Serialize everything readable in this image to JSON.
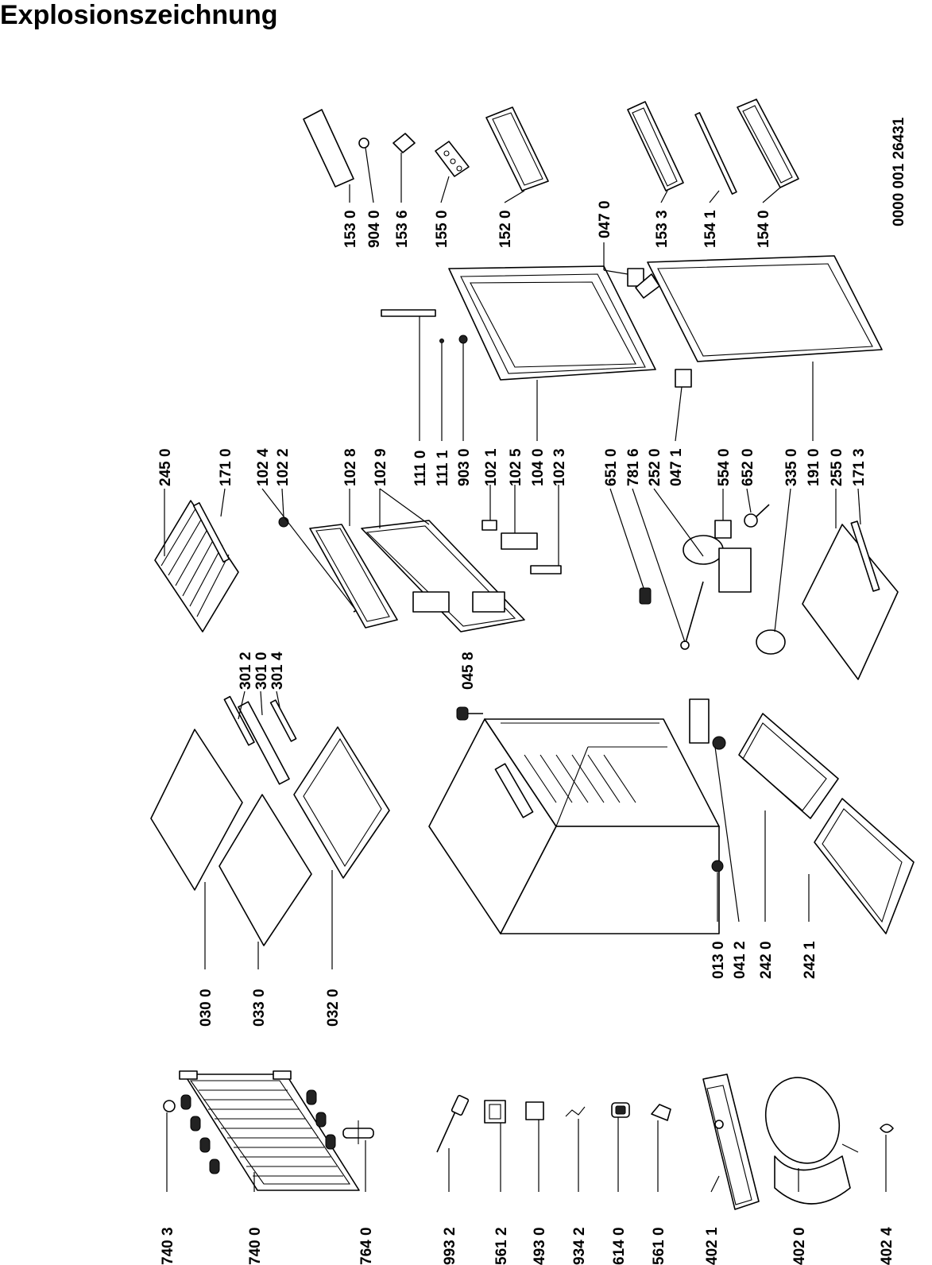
{
  "title": "Explosionszeichnung",
  "document_number": "0000 001 26431",
  "labels": [
    {
      "id": "7403",
      "text": "740 3"
    },
    {
      "id": "7400",
      "text": "740 0"
    },
    {
      "id": "7640",
      "text": "764 0"
    },
    {
      "id": "9932",
      "text": "993 2"
    },
    {
      "id": "5612",
      "text": "561 2"
    },
    {
      "id": "4930",
      "text": "493 0"
    },
    {
      "id": "9342",
      "text": "934 2"
    },
    {
      "id": "6140",
      "text": "614 0"
    },
    {
      "id": "5610",
      "text": "561 0"
    },
    {
      "id": "4021",
      "text": "402 1"
    },
    {
      "id": "4020",
      "text": "402 0"
    },
    {
      "id": "4024",
      "text": "402 4"
    },
    {
      "id": "0300",
      "text": "030 0"
    },
    {
      "id": "0330",
      "text": "033 0"
    },
    {
      "id": "0320",
      "text": "032 0"
    },
    {
      "id": "3012",
      "text": "301 2"
    },
    {
      "id": "3010",
      "text": "301 0"
    },
    {
      "id": "3014",
      "text": "301 4"
    },
    {
      "id": "0458",
      "text": "045 8"
    },
    {
      "id": "0130",
      "text": "013 0"
    },
    {
      "id": "0412",
      "text": "041 2"
    },
    {
      "id": "2420",
      "text": "242 0"
    },
    {
      "id": "2421",
      "text": "242 1"
    },
    {
      "id": "2450",
      "text": "245 0"
    },
    {
      "id": "1710",
      "text": "171 0"
    },
    {
      "id": "1024",
      "text": "102 4"
    },
    {
      "id": "1022",
      "text": "102 2"
    },
    {
      "id": "1028",
      "text": "102 8"
    },
    {
      "id": "1029",
      "text": "102 9"
    },
    {
      "id": "1110",
      "text": "111 0"
    },
    {
      "id": "1111",
      "text": "111 1"
    },
    {
      "id": "9030",
      "text": "903 0"
    },
    {
      "id": "1021",
      "text": "102 1"
    },
    {
      "id": "1025",
      "text": "102 5"
    },
    {
      "id": "1040",
      "text": "104 0"
    },
    {
      "id": "1023",
      "text": "102 3"
    },
    {
      "id": "6510",
      "text": "651 0"
    },
    {
      "id": "7816",
      "text": "781 6"
    },
    {
      "id": "2520",
      "text": "252 0"
    },
    {
      "id": "0471",
      "text": "047 1"
    },
    {
      "id": "5540",
      "text": "554 0"
    },
    {
      "id": "6520",
      "text": "652 0"
    },
    {
      "id": "3350",
      "text": "335 0"
    },
    {
      "id": "1910",
      "text": "191 0"
    },
    {
      "id": "2550",
      "text": "255 0"
    },
    {
      "id": "1713",
      "text": "171 3"
    },
    {
      "id": "1530",
      "text": "153 0"
    },
    {
      "id": "9040",
      "text": "904 0"
    },
    {
      "id": "1536",
      "text": "153 6"
    },
    {
      "id": "1550",
      "text": "155 0"
    },
    {
      "id": "1520",
      "text": "152 0"
    },
    {
      "id": "0470",
      "text": "047 0"
    },
    {
      "id": "1533",
      "text": "153 3"
    },
    {
      "id": "1541",
      "text": "154 1"
    },
    {
      "id": "1540",
      "text": "154 0"
    }
  ]
}
